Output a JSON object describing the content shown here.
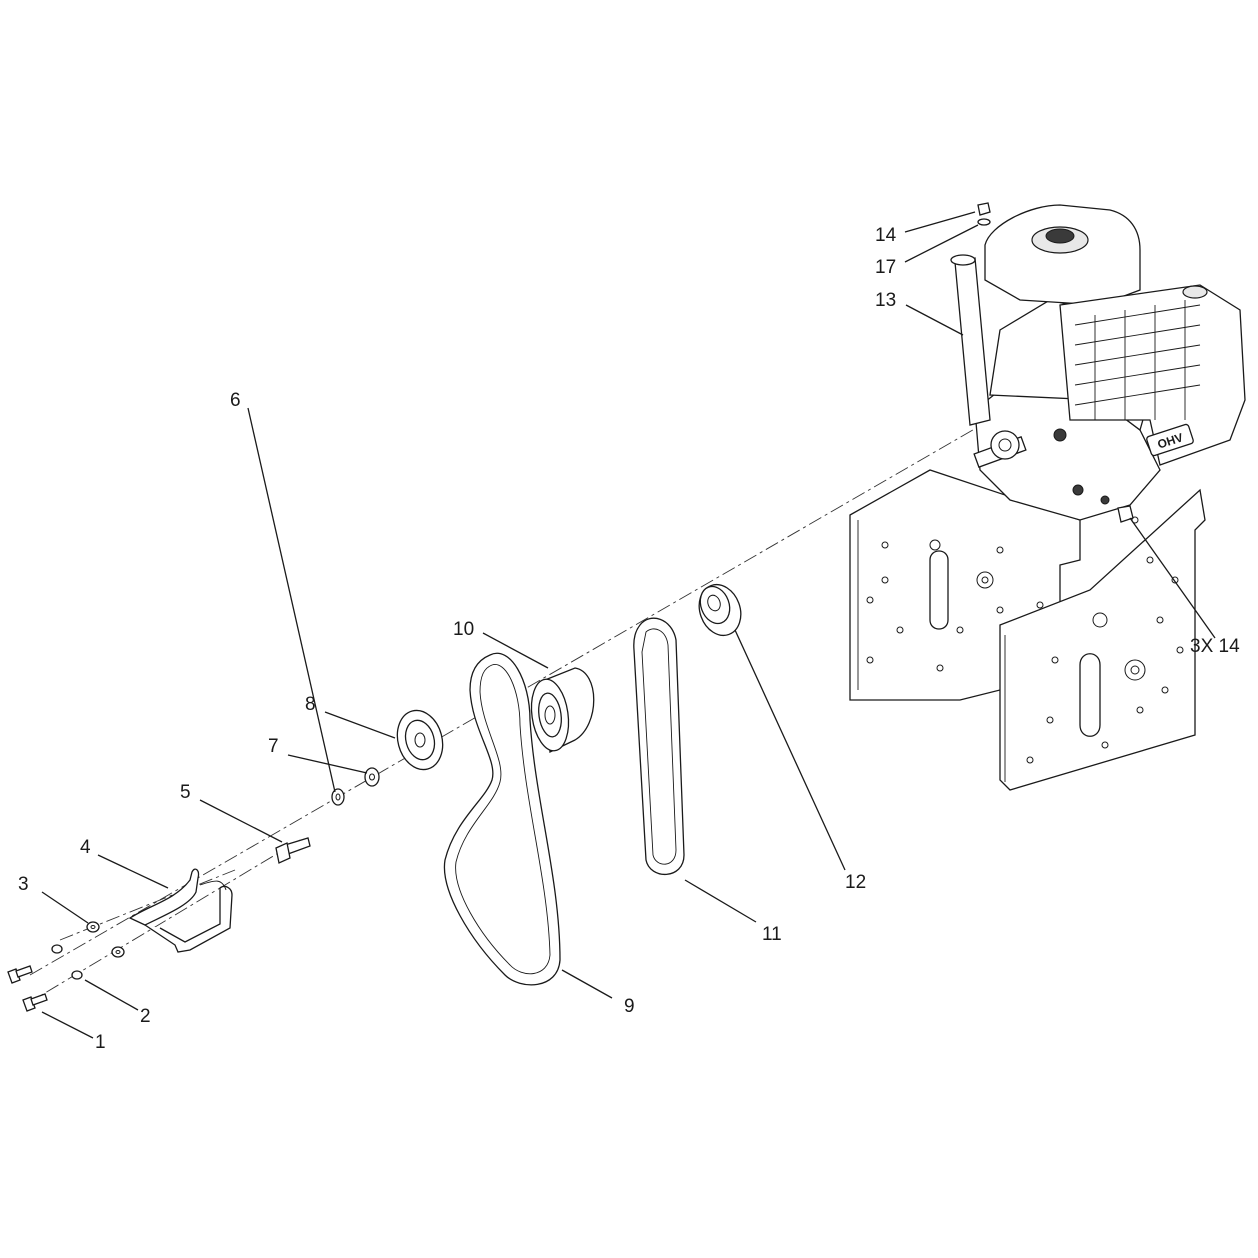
{
  "callouts": {
    "c1": "1",
    "c2": "2",
    "c3": "3",
    "c4": "4",
    "c5": "5",
    "c6": "6",
    "c7": "7",
    "c8": "8",
    "c9": "9",
    "c10": "10",
    "c11": "11",
    "c12": "12",
    "c13": "13",
    "c14": "14",
    "c17": "17",
    "c3x14": "3X 14"
  },
  "engine_badge": "OHV"
}
